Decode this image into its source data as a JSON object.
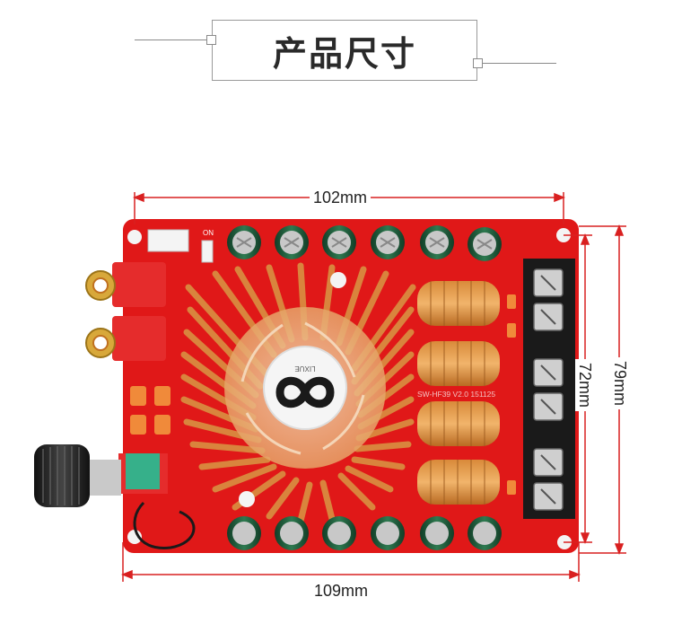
{
  "header": {
    "title": "产品尺寸"
  },
  "dimensions": {
    "width_top": "102mm",
    "width_bottom": "109mm",
    "height_inner": "72mm",
    "height_outer": "79mm"
  },
  "board": {
    "pcb_color": "#e01818",
    "heatsink_color": "#e09a55",
    "silk_text": "SW-HF39 V2.0 151125",
    "fan_hub_label": "LIXUE",
    "dip_label": "ON"
  },
  "colors": {
    "arrow_red": "#d92020",
    "terminal_black": "#1a1a1a",
    "capacitor_green": "#1f5a3a"
  }
}
